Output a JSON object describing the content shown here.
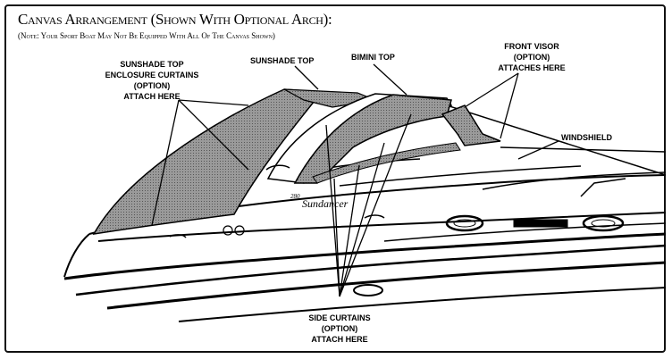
{
  "title": "Canvas Arrangement (Shown With Optional Arch):",
  "note": "(Note: Your Sport Boat May Not Be Equipped With All Of The Canvas Shown)",
  "labels": {
    "sunshade_top_enclosure": [
      "SUNSHADE TOP",
      "ENCLOSURE CURTAINS",
      "(OPTION)",
      "ATTACH HERE"
    ],
    "sunshade_top": "SUNSHADE TOP",
    "bimini_top": "BIMINI TOP",
    "front_visor": [
      "FRONT VISOR",
      "(OPTION)",
      "ATTACHES HERE"
    ],
    "windshield": "WINDSHIELD",
    "side_curtains": [
      "SIDE CURTAINS",
      "(OPTION)",
      "ATTACH HERE"
    ]
  },
  "boat": {
    "model_number": "280",
    "brand": "Sundancer"
  },
  "colors": {
    "canvas": "#8a8a8a",
    "line": "#000000",
    "background": "#ffffff"
  }
}
